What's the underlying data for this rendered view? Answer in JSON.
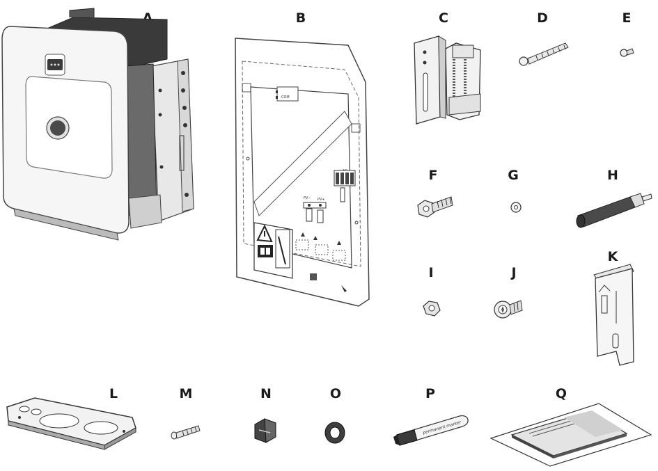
{
  "components": [
    {
      "id": "A",
      "label": "A",
      "icon": "inverter-icon"
    },
    {
      "id": "B",
      "label": "B",
      "icon": "mounting-template-icon"
    },
    {
      "id": "C",
      "label": "C",
      "icon": "wall-mounting-bracket-icon"
    },
    {
      "id": "D",
      "label": "D",
      "icon": "long-screw-icon"
    },
    {
      "id": "E",
      "label": "E",
      "icon": "small-screw-icon"
    },
    {
      "id": "F",
      "label": "F",
      "icon": "hex-bolt-icon"
    },
    {
      "id": "G",
      "label": "G",
      "icon": "washer-icon"
    },
    {
      "id": "H",
      "label": "H",
      "icon": "handle-grip-icon"
    },
    {
      "id": "I",
      "label": "I",
      "icon": "hex-nut-icon"
    },
    {
      "id": "J",
      "label": "J",
      "icon": "torx-screw-icon"
    },
    {
      "id": "K",
      "label": "K",
      "icon": "cover-bracket-icon"
    },
    {
      "id": "L",
      "label": "L",
      "icon": "cable-gland-plate-icon"
    },
    {
      "id": "M",
      "label": "M",
      "icon": "screw-icon"
    },
    {
      "id": "N",
      "label": "N",
      "icon": "filler-plug-icon"
    },
    {
      "id": "O",
      "label": "O",
      "icon": "lock-nut-icon"
    },
    {
      "id": "P",
      "label": "P",
      "icon": "permanent-marker-icon"
    },
    {
      "id": "Q",
      "label": "Q",
      "icon": "documentation-icon"
    }
  ],
  "template_text": {
    "com": "COM",
    "ac": "AC",
    "pv_minus": "PV−",
    "pv_plus": "PV+"
  },
  "marker_text": "permanent marker"
}
